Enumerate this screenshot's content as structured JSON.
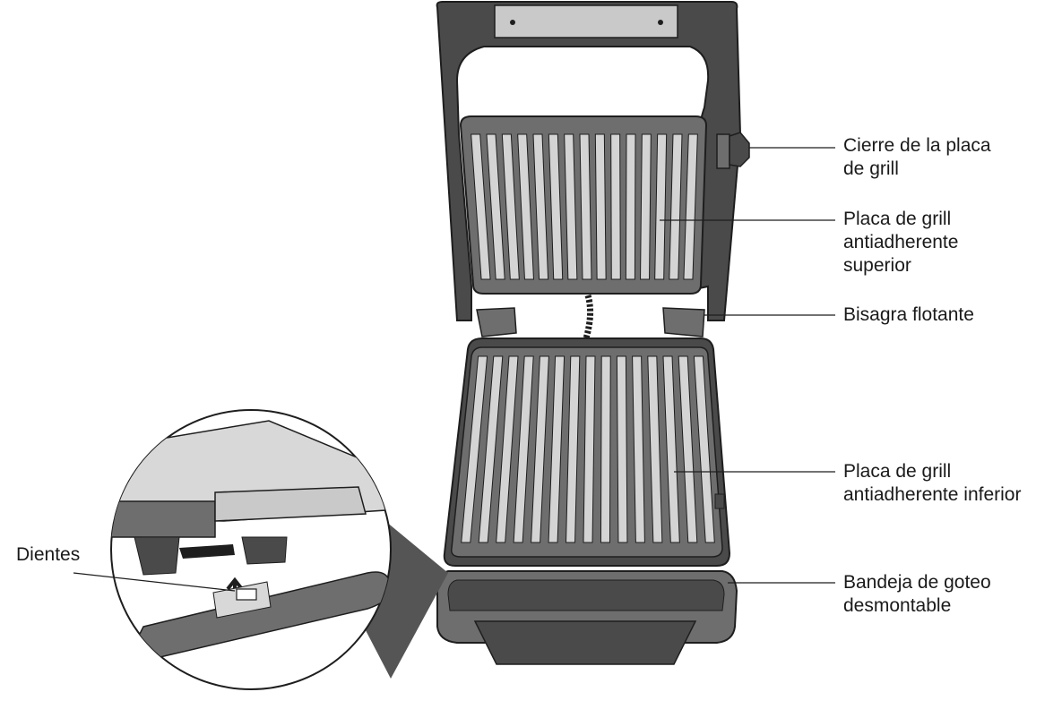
{
  "callouts": {
    "cierre": {
      "line1": "Cierre de la placa",
      "line2": "de grill"
    },
    "placa_superior": {
      "line1": "Placa de grill",
      "line2": "antiadherente",
      "line3": "superior"
    },
    "bisagra": {
      "line1": "Bisagra flotante"
    },
    "placa_inferior": {
      "line1": "Placa de grill",
      "line2": "antiadherente inferior"
    },
    "bandeja": {
      "line1": "Bandeja de goteo",
      "line2": "desmontable"
    },
    "dientes": {
      "line1": "Dientes"
    }
  },
  "colors": {
    "body_dark": "#4a4a4a",
    "plate_mid": "#6e6e6e",
    "metal_light": "#c9c9c9",
    "outline": "#1e1e1e",
    "zoom_fill": "#d8d8d8"
  }
}
